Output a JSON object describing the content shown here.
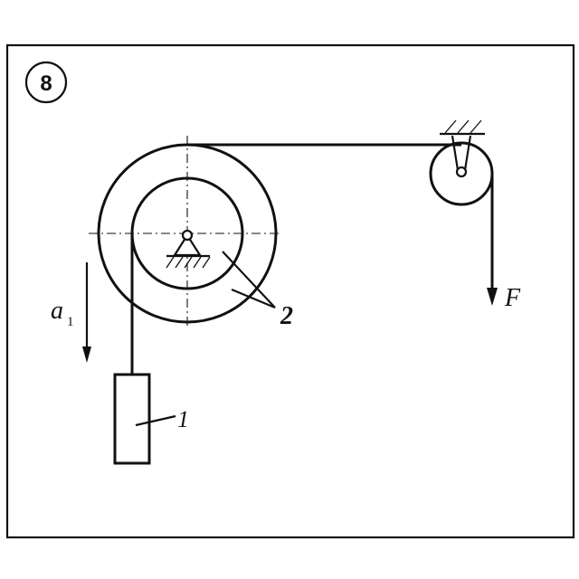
{
  "problem_number": "8",
  "labels": {
    "acceleration_symbol": "a",
    "acceleration_subscript": "1",
    "force": "F",
    "body_1": "1",
    "body_2": "2"
  }
}
